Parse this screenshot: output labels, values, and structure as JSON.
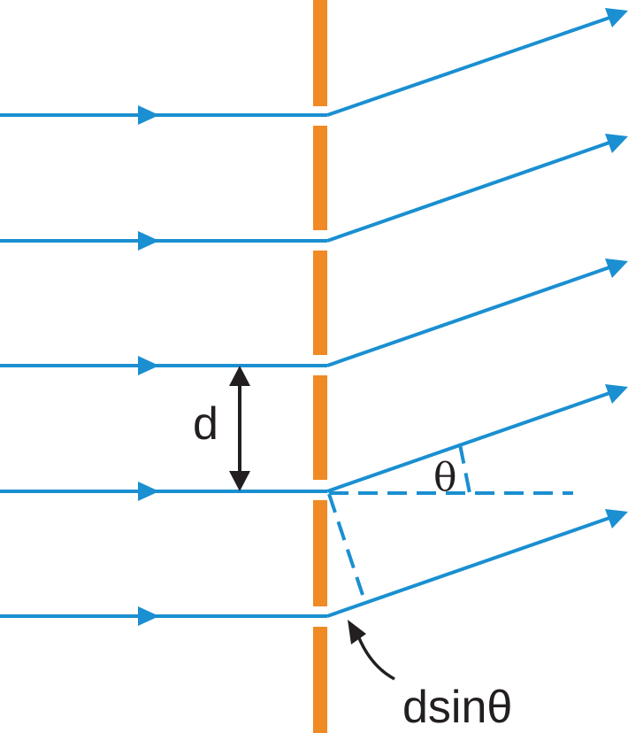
{
  "labels": {
    "spacing": "d",
    "angle": "θ",
    "path_difference": "dsinθ"
  },
  "colors": {
    "ray": "#1a8fd1",
    "grating": "#f08a24",
    "annotation": "#231f20",
    "background": "#ffffff"
  },
  "diagram": {
    "ray_count": 5,
    "slit_count": 5
  }
}
